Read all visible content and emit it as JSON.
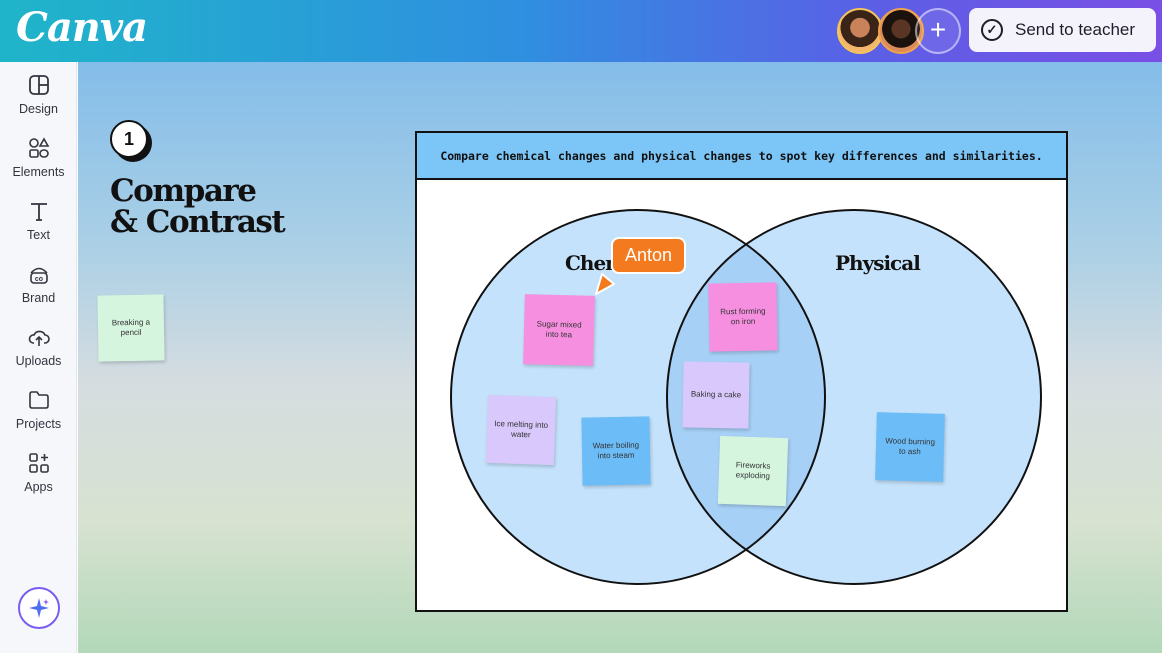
{
  "app": {
    "logo": "Canva"
  },
  "header": {
    "collaborators": [
      {
        "name": "collaborator-1"
      },
      {
        "name": "collaborator-2"
      }
    ],
    "add_label": "+",
    "send_button": "Send to teacher"
  },
  "sidebar": {
    "items": [
      {
        "label": "Design",
        "icon": "design-icon"
      },
      {
        "label": "Elements",
        "icon": "elements-icon"
      },
      {
        "label": "Text",
        "icon": "text-icon"
      },
      {
        "label": "Brand",
        "icon": "brand-icon"
      },
      {
        "label": "Uploads",
        "icon": "uploads-icon"
      },
      {
        "label": "Projects",
        "icon": "folder-icon"
      },
      {
        "label": "Apps",
        "icon": "apps-icon"
      }
    ],
    "magic_icon": "sparkle-icon"
  },
  "canvas": {
    "step_number": "1",
    "heading_line1": "Compare",
    "heading_line2": "& Contrast",
    "loose_note": "Breaking a pencil"
  },
  "board": {
    "prompt": "Compare chemical changes and physical changes to spot key differences and similarities.",
    "left_title": "Chem",
    "right_title": "Physical",
    "notes": {
      "sugar": "Sugar mixed into tea",
      "ice": "Ice melting into water",
      "water": "Water boiling into steam",
      "rust": "Rust forming on iron",
      "cake": "Baking a cake",
      "fireworks": "Fireworks exploding",
      "wood": "Wood burning to ash"
    }
  },
  "cursor": {
    "name": "Anton",
    "color": "#f47a1f"
  },
  "colors": {
    "pink_note": "#f78fe0",
    "purple_note": "#d8c8fb",
    "blue_note": "#6cbcf8",
    "green_note": "#d6f5df",
    "venn_fill": "#c4e2fb",
    "venn_overlap": "#a6d0f6",
    "header_blue": "#7cc5f7"
  }
}
